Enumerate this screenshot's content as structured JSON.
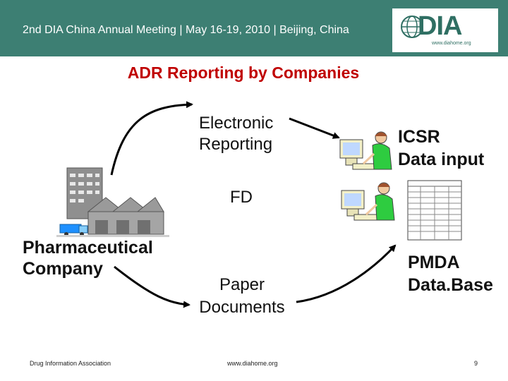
{
  "header": {
    "title": "2nd DIA China Annual Meeting | May 16-19, 2010 | Beijing, China",
    "logo_text": "DIA",
    "logo_url": "www.diahome.org"
  },
  "slide": {
    "title": "ADR Reporting by Companies",
    "labels": {
      "electronic": [
        "Electronic",
        "Reporting"
      ],
      "fd": "FD",
      "icsr": [
        "ICSR",
        "Data input"
      ],
      "company": [
        "Pharmaceutical",
        "Company"
      ],
      "paper": [
        "Paper",
        "Documents"
      ],
      "pmda": [
        "PMDA",
        "Data.Base"
      ]
    }
  },
  "footer": {
    "left": "Drug Information Association",
    "center": "www.diahome.org",
    "page": "9"
  },
  "colors": {
    "header_bg": "#3d7f73",
    "title_red": "#c00000"
  }
}
